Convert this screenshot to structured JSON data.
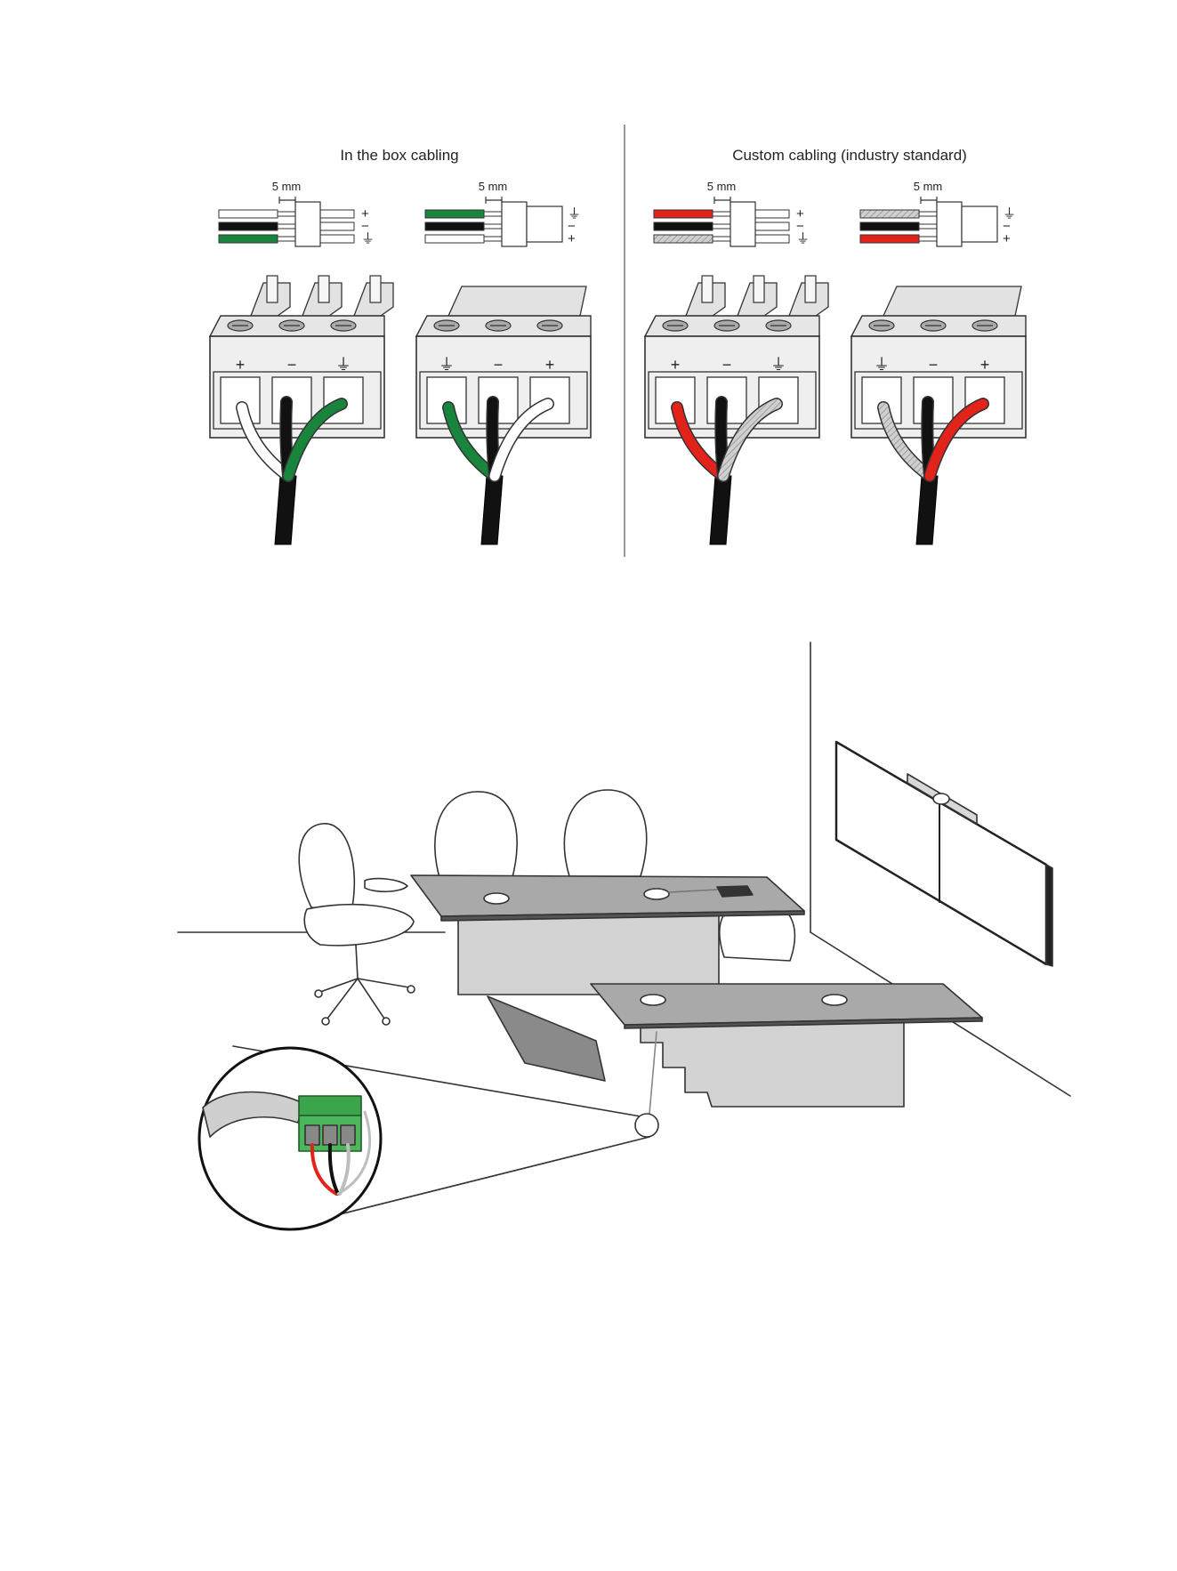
{
  "colors": {
    "background": "#ffffff",
    "outline": "#333333",
    "connector_face": "#efefef",
    "connector_top": "#e2e2e2",
    "wire_black": "#111111",
    "wire_white": "#ffffff",
    "wire_green": "#18843c",
    "wire_red": "#e2231a",
    "wire_gray": "#bdbdbd",
    "table_gray": "#a9a9a9",
    "table_side": "#d3d3d3",
    "terminal_green": "#3aa54a"
  },
  "sections": {
    "left": {
      "title": "In the box cabling"
    },
    "right": {
      "title": "Custom cabling (industry standard)"
    }
  },
  "diagrams": [
    {
      "strip_label": "5 mm",
      "pins": [
        "+",
        "−",
        "⏚"
      ],
      "wires": [
        "white",
        "black",
        "green"
      ],
      "flaps": true
    },
    {
      "strip_label": "5 mm",
      "pins": [
        "⏚",
        "−",
        "+"
      ],
      "wires": [
        "green",
        "black",
        "white"
      ],
      "flaps": false
    },
    {
      "strip_label": "5 mm",
      "pins": [
        "+",
        "−",
        "⏚"
      ],
      "wires": [
        "red",
        "black",
        "gray"
      ],
      "flaps": true
    },
    {
      "strip_label": "5 mm",
      "pins": [
        "⏚",
        "−",
        "+"
      ],
      "wires": [
        "gray",
        "black",
        "red"
      ],
      "flaps": false
    }
  ],
  "room_illustration": {
    "icons": [
      "chair-icon",
      "table-icon",
      "display-icon",
      "camera-bar-icon",
      "terminal-block-icon",
      "magnifier-circle-icon"
    ]
  }
}
